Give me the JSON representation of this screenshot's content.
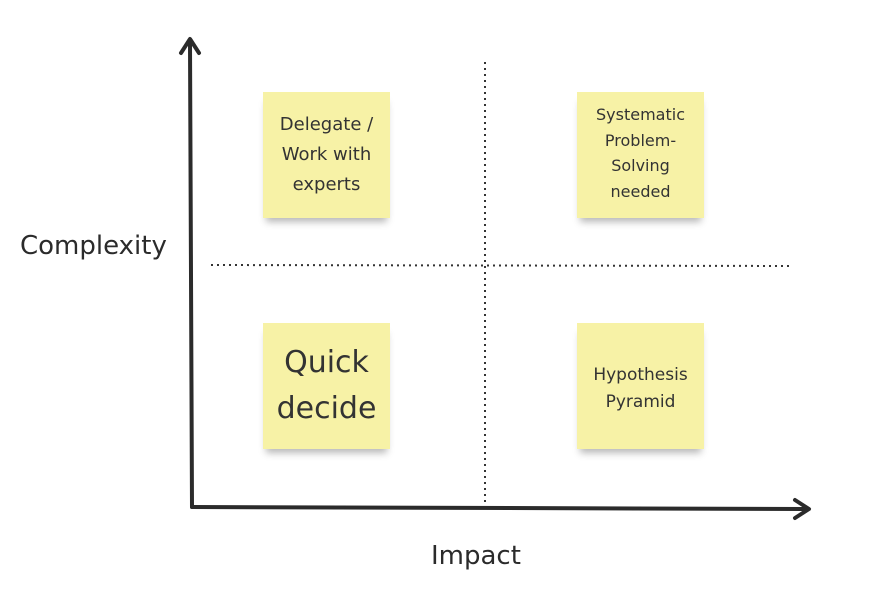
{
  "diagram": {
    "y_axis_label": "Complexity",
    "x_axis_label": "Impact",
    "notes": {
      "top_left": "Delegate / Work with experts",
      "top_right": "Systematic Problem-Solving needed",
      "bottom_left": "Quick decide",
      "bottom_right": "Hypothesis Pyramid"
    },
    "colors": {
      "note_fill": "#f7f2a6",
      "axis": "#2b2b2b",
      "divider": "#333333"
    }
  }
}
